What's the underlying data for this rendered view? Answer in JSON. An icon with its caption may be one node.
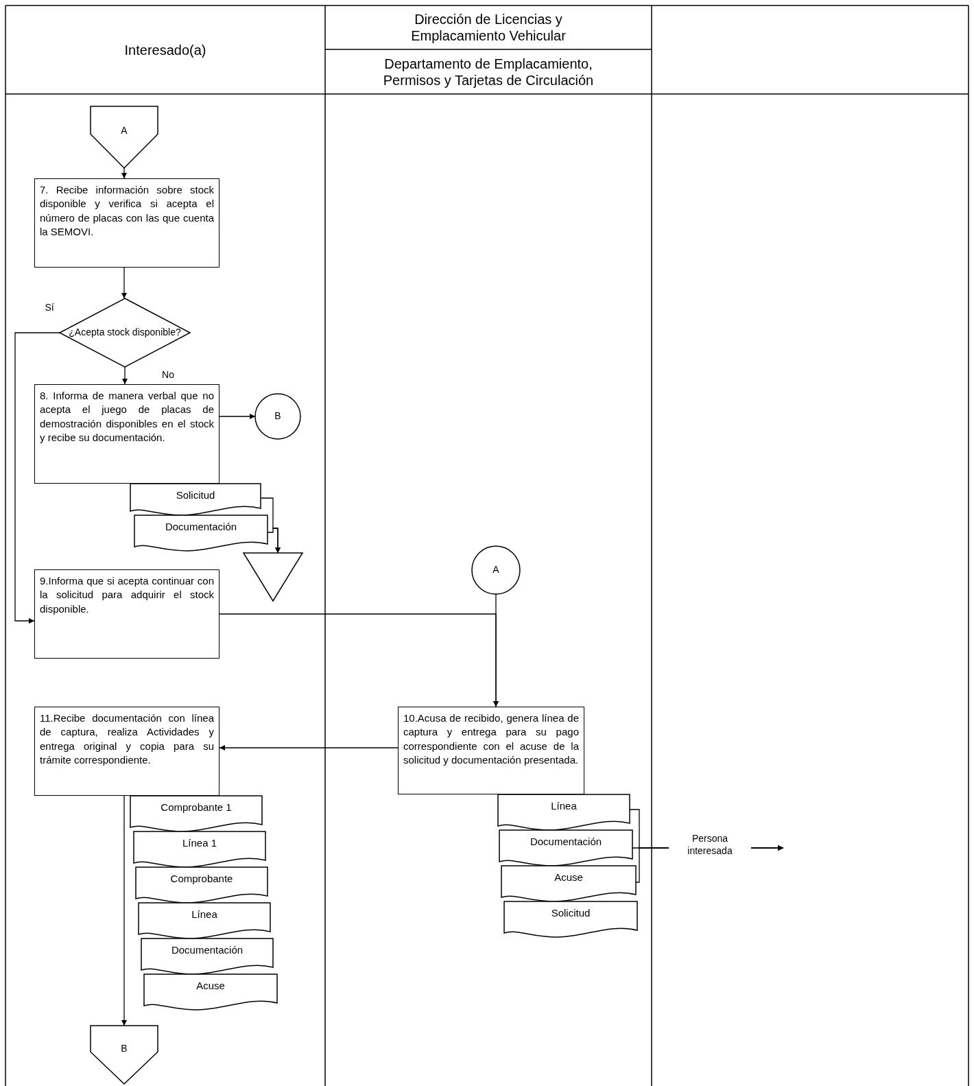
{
  "diagram": {
    "nodes": [
      {
        "text": [
          "Interesado(a)"
        ]
      },
      {
        "text": [
          "Dirección de Licencias y Emplacamiento Vehicular"
        ]
      },
      {
        "text": [
          "Departamento de Emplacamiento, Permisos y Tarjetas de Circulación"
        ]
      },
      {
        "text": [
          "A"
        ]
      },
      {
        "text": [
          "7. Recibe información sobre stock disponible y verifica si acepta el número de placas con las que cuenta la SEMOVI."
        ]
      },
      {
        "text": [
          "¿Acepta stock disponible?"
        ]
      },
      {
        "text": [
          "8. Informa de manera verbal que no acepta el juego de placas de demostración disponibles en el stock y recibe su documentación."
        ]
      },
      {
        "text": [
          "B"
        ]
      },
      {
        "text": [
          "Solicitud"
        ]
      },
      {
        "text": [
          "Documentación"
        ]
      },
      {
        "text": [],
        "shape": "triangle"
      },
      {
        "text": [
          "9.Informa que si acepta continuar con la solicitud para adquirir el stock disponible."
        ]
      },
      {
        "text": [
          "A"
        ]
      },
      {
        "text": [
          "10.Acusa de recibido, genera línea de captura y entrega para su pago correspondiente con el acuse de la solicitud y documentación presentada."
        ]
      },
      {
        "text": [
          "Línea"
        ]
      },
      {
        "text": [
          "Documentación"
        ]
      },
      {
        "text": [
          "Acuse"
        ]
      },
      {
        "text": [
          "Solicitud"
        ]
      },
      {
        "text": [
          "11.Recibe documentación con línea de captura, realiza Actividades y entrega original y copia para su trámite correspondiente."
        ]
      },
      {
        "text": [
          "Comprobante 1"
        ]
      },
      {
        "text": [
          "Línea 1"
        ]
      },
      {
        "text": [
          "Comprobante"
        ]
      },
      {
        "text": [
          "Línea"
        ]
      },
      {
        "text": [
          "Documentación"
        ]
      },
      {
        "text": [
          "Acuse"
        ]
      },
      {
        "text": [
          "B"
        ]
      }
    ],
    "edges": [
      {
        "from": 3,
        "to": 4,
        "arrow": "to"
      },
      {
        "from": 4,
        "to": 5,
        "arrow": "to"
      },
      {
        "from": 5,
        "to": 11,
        "arrow": "to",
        "label": "Sí"
      },
      {
        "from": 5,
        "to": 6,
        "arrow": "to",
        "label": "No"
      },
      {
        "from": 6,
        "to": 7,
        "arrow": "to"
      },
      {
        "from": 8,
        "to": 10,
        "arrow": "to"
      },
      {
        "from": 9,
        "to": 10,
        "arrow": "to"
      },
      {
        "from": 12,
        "to": 13,
        "arrow": "to"
      },
      {
        "from": 11,
        "to": 13,
        "arrow": "to"
      },
      {
        "from": 13,
        "to": 18,
        "arrow": "to"
      },
      {
        "from": 18,
        "to": 25,
        "arrow": "to"
      },
      {
        "from": 14,
        "to": null,
        "arrow": "to"
      },
      {
        "from": 15,
        "to": null,
        "arrow": "to",
        "label": "Persona interesada"
      },
      {
        "from": 16,
        "to": null,
        "arrow": "to"
      }
    ]
  }
}
